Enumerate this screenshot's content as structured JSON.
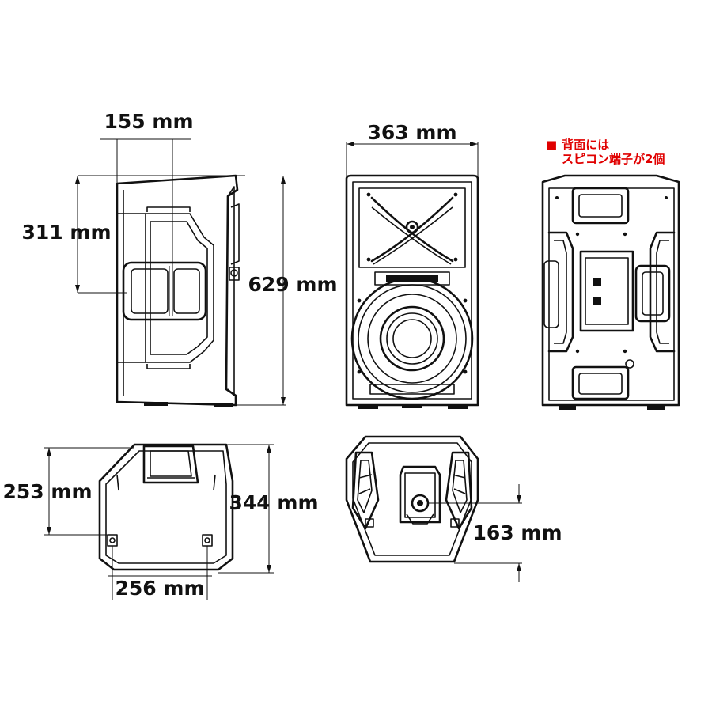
{
  "dimensions": {
    "side_depth": "155 mm",
    "side_height": "311 mm",
    "total_height": "629 mm",
    "front_width": "363 mm",
    "bottom_depth": "253 mm",
    "bottom_depth_total": "344 mm",
    "foot_spacing": "256 mm",
    "pole_socket": "163 mm"
  },
  "rear_note": {
    "marker": "■",
    "line1": "背面には",
    "line2": "スピコン端子が2個"
  },
  "colors": {
    "ink": "#111111",
    "note": "#e00000",
    "background": "#ffffff"
  }
}
